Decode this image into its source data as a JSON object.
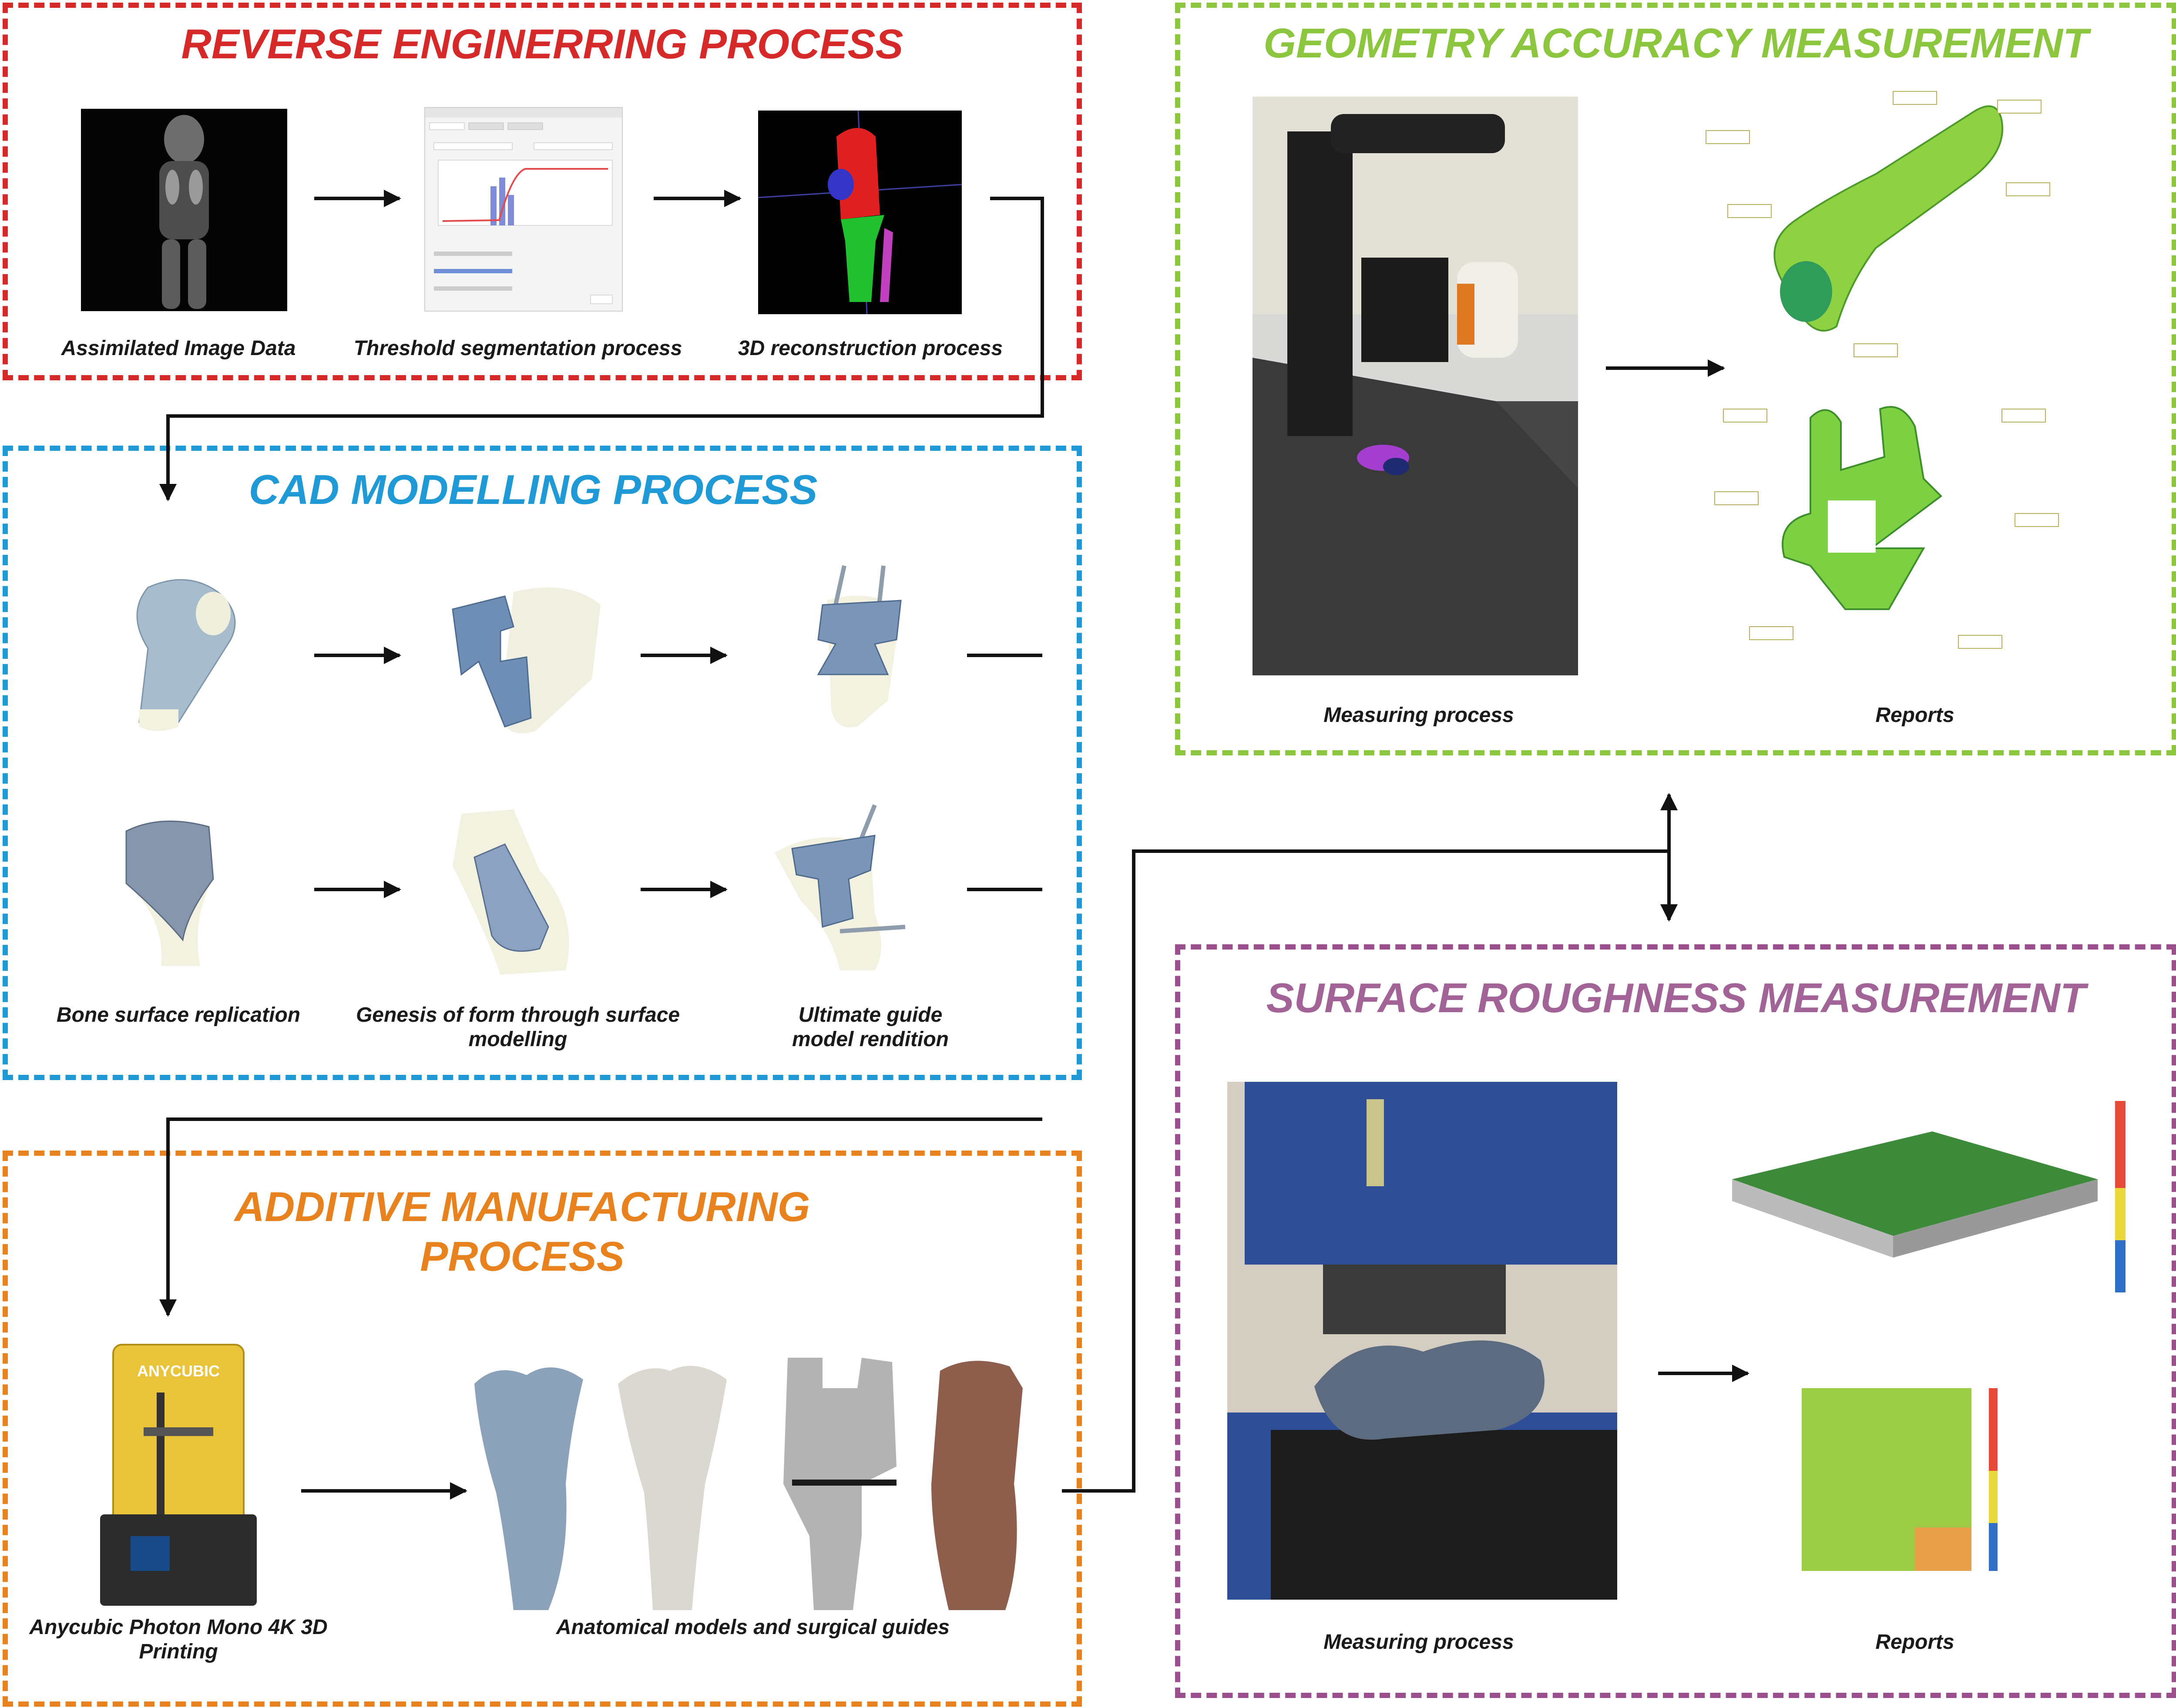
{
  "colors": {
    "reverse": "#d62a2a",
    "cad": "#1f9ad6",
    "geometry": "#8cc63f",
    "roughness": "#9b4f8d",
    "roughness_title": "#a26496",
    "additive": "#e8821f",
    "arrow": "#111111"
  },
  "reverse_engineering": {
    "title": "REVERSE ENGINERRING PROCESS",
    "captions": [
      "Assimilated Image Data",
      "Threshold segmentation process",
      "3D reconstruction process"
    ]
  },
  "cad_modelling": {
    "title": "CAD MODELLING PROCESS",
    "captions": [
      "Bone surface replication",
      "Genesis of form through surface modelling",
      "Ultimate guide model rendition"
    ]
  },
  "additive_manufacturing": {
    "title_line1": "ADDITIVE MANUFACTURING",
    "title_line2": "PROCESS",
    "printer_brand": "ANYCUBIC",
    "captions": [
      "Anycubic Photon Mono 4K 3D Printing",
      "Anatomical models and surgical guides"
    ]
  },
  "geometry_accuracy": {
    "title": "GEOMETRY ACCURACY MEASUREMENT",
    "captions": [
      "Measuring process",
      "Reports"
    ]
  },
  "surface_roughness": {
    "title": "SURFACE ROUGHNESS MEASUREMENT",
    "captions": [
      "Measuring process",
      "Reports"
    ]
  }
}
